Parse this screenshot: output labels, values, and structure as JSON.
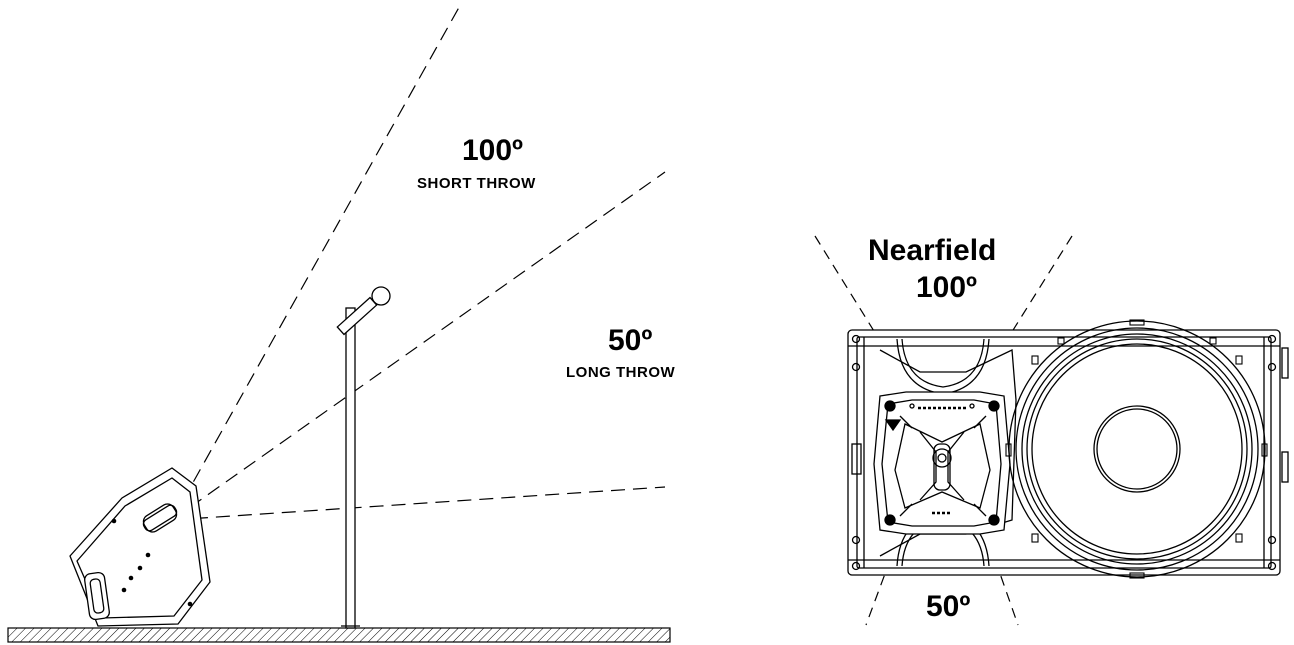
{
  "labels": {
    "short_throw_angle": "100º",
    "short_throw_text": "SHORT THROW",
    "long_throw_angle": "50º",
    "long_throw_text": "LONG THROW",
    "nearfield_text": "Nearfield",
    "nearfield_angle": "100º",
    "bottom_angle": "50º"
  },
  "icons": [
    "floor-monitor-speaker-icon",
    "microphone-stand-icon",
    "speaker-front-view-icon"
  ],
  "colors": {
    "line": "#000000",
    "background": "#ffffff"
  }
}
